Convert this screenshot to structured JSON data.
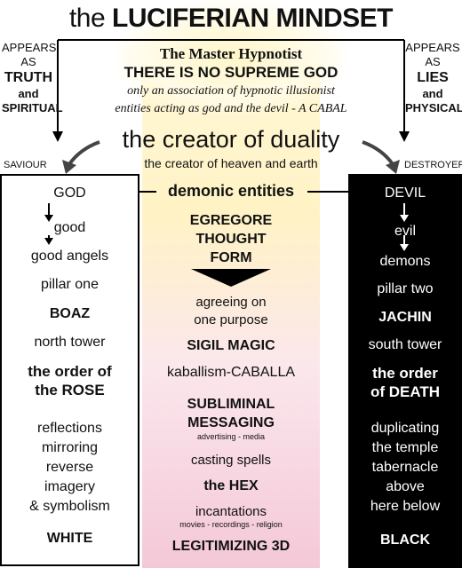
{
  "title": {
    "prefix": "the ",
    "main": "LUCIFERIAN MINDSET"
  },
  "left_header": {
    "appears": "APPEARS",
    "as": "AS",
    "word1": "TRUTH",
    "and": "and",
    "word2": "SPIRITUAL",
    "label": "SAVIOUR"
  },
  "right_header": {
    "appears": "APPEARS",
    "as": "AS",
    "word1": "LIES",
    "and": "and",
    "word2": "PHYSICAL",
    "label": "DESTROYER"
  },
  "intro": {
    "line1": "The Master Hypnotist",
    "line2": "THERE IS NO SUPREME GOD",
    "line3": "only an association of hypnotic illusionist",
    "line4": "entities acting as god and the devil - A CABAL"
  },
  "creator": {
    "main": "the creator of duality",
    "sub": "the creator of heaven and earth"
  },
  "left_items": [
    "GOD",
    "good",
    "good angels",
    "pillar one",
    "BOAZ",
    "north tower",
    "the order of",
    "the ROSE",
    "reflections",
    "mirroring",
    "reverse",
    "imagery",
    "& symbolism",
    "WHITE"
  ],
  "right_items": [
    "DEVIL",
    "evil",
    "demons",
    "pillar two",
    "JACHIN",
    "south tower",
    "the order",
    "of DEATH",
    "duplicating",
    "the temple",
    "tabernacle",
    "above",
    "here below",
    "BLACK"
  ],
  "center_items": {
    "demonic": "demonic entities",
    "egregore1": "EGREGORE",
    "egregore2": "THOUGHT",
    "egregore3": "FORM",
    "agree1": "agreeing on",
    "agree2": "one purpose",
    "sigil": "SIGIL MAGIC",
    "kaballism": "kaballism-CABALLA",
    "sub1": "SUBLIMINAL",
    "sub2": "MESSAGING",
    "sub_small": "advertising - media",
    "casting": "casting spells",
    "hex": "the HEX",
    "incant": "incantations",
    "incant_small": "movies - recordings - religion",
    "legit": "LEGITIMIZING 3D"
  }
}
